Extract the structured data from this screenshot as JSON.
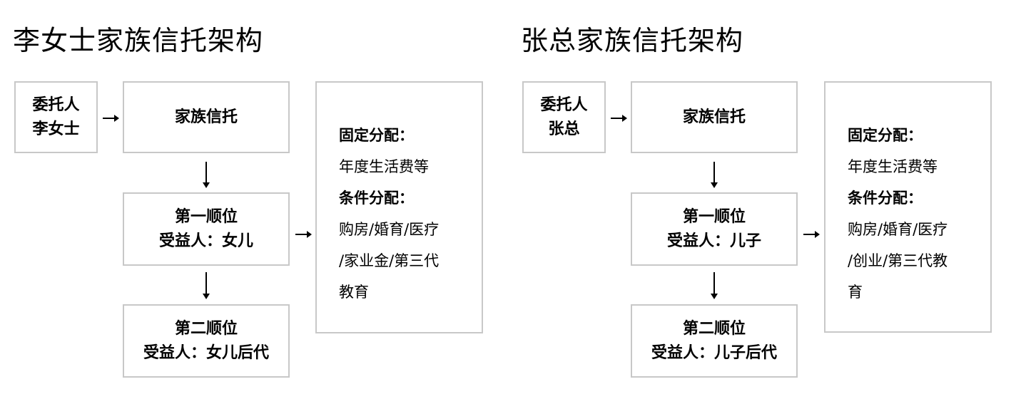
{
  "diagrams": [
    {
      "title": "李女士家族信托架构",
      "settlor": {
        "line1": "委托人",
        "line2": "李女士"
      },
      "trust": "家族信托",
      "first_beneficiary": {
        "line1": "第一顺位",
        "line2": "受益人：女儿"
      },
      "second_beneficiary": {
        "line1": "第二顺位",
        "line2": "受益人：女儿后代"
      },
      "distribution": {
        "fixed_heading": "固定分配：",
        "fixed_text": "年度生活费等",
        "conditional_heading": "条件分配：",
        "conditional_lines": [
          "购房/婚育/医疗",
          "/家业金/第三代",
          "教育"
        ]
      }
    },
    {
      "title": "张总家族信托架构",
      "settlor": {
        "line1": "委托人",
        "line2": "张总"
      },
      "trust": "家族信托",
      "first_beneficiary": {
        "line1": "第一顺位",
        "line2": "受益人：儿子"
      },
      "second_beneficiary": {
        "line1": "第二顺位",
        "line2": "受益人：儿子后代"
      },
      "distribution": {
        "fixed_heading": "固定分配：",
        "fixed_text": "年度生活费等",
        "conditional_heading": "条件分配：",
        "conditional_lines": [
          "购房/婚育/医疗",
          "/创业/第三代教",
          "育"
        ]
      }
    }
  ]
}
